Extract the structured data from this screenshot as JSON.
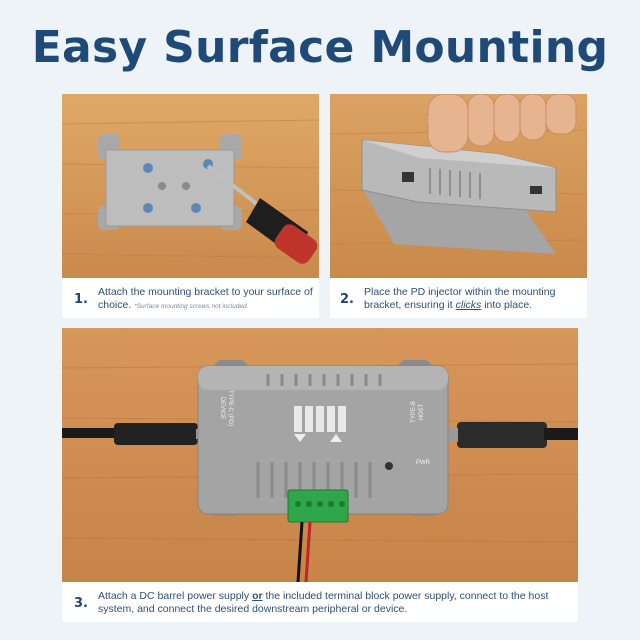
{
  "title": "Easy Surface Mounting",
  "steps": [
    {
      "number": "1.",
      "text": "Attach the mounting bracket to your surface of choice.",
      "note": "*Surface mounting screws not included."
    },
    {
      "number": "2.",
      "text_before": "Place the PD injector within the mounting bracket, ensuring it ",
      "text_emphasis": "clicks",
      "text_after": " into place."
    },
    {
      "number": "3.",
      "text_before": "Attach a DC barrel power supply ",
      "text_emphasis": "or",
      "text_after": " the included terminal block power supply, connect to the host system, and connect the desired downstream peripheral or device."
    }
  ],
  "device_labels": {
    "left_port_line1": "TYPE-C (PD)",
    "left_port_line2": "DEVICE",
    "right_port_line1": "TYPE-B",
    "right_port_line2": "HOST",
    "pwr": "PWR"
  },
  "colors": {
    "title": "#1f4a78",
    "background": "#eef3f7",
    "wood": "#d49a5c",
    "device_gray": "#9a9a9a",
    "terminal_green": "#2fa64a"
  }
}
